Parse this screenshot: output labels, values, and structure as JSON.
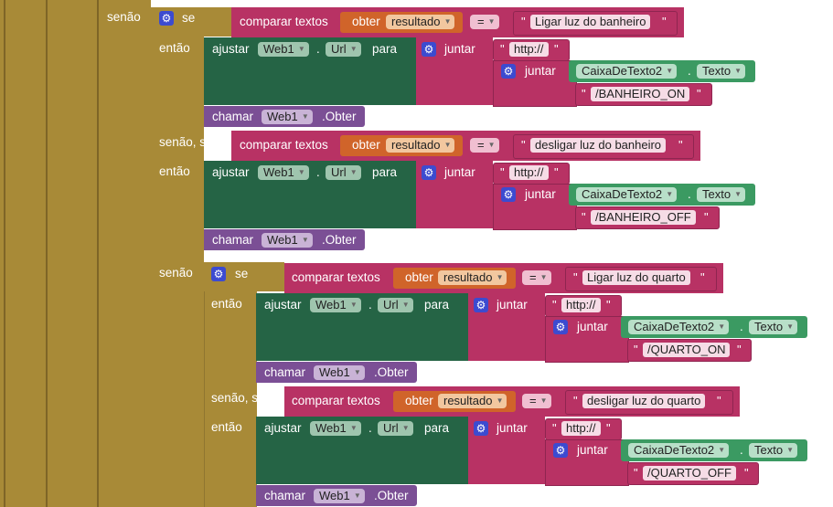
{
  "keywords": {
    "else": "senão",
    "if": "se",
    "then": "então",
    "else_if": "senão, se",
    "compare": "comparar textos",
    "get": "obter",
    "set": "ajustar",
    "to": "para",
    "join": "juntar",
    "call": "chamar",
    "dot": ".",
    "eq": "=",
    "quote": "\""
  },
  "fields": {
    "var_result": "resultado",
    "component_web": "Web1",
    "prop_url": "Url",
    "component_textbox": "CaixaDeTexto2",
    "prop_text": "Texto",
    "method_get": ".Obter",
    "http": "http://"
  },
  "branches": [
    {
      "compare_string": "Ligar luz do banheiro",
      "path": "/BANHEIRO_ON"
    },
    {
      "compare_string": "desligar luz do banheiro",
      "path": "/BANHEIRO_OFF"
    },
    {
      "compare_string": "Ligar luz do quarto",
      "path": "/QUARTO_ON"
    },
    {
      "compare_string": "desligar luz do quarto",
      "path": "/QUARTO_OFF"
    }
  ],
  "icons": {
    "mutator": "gear-icon",
    "dropdown": "chevron-down-icon"
  }
}
